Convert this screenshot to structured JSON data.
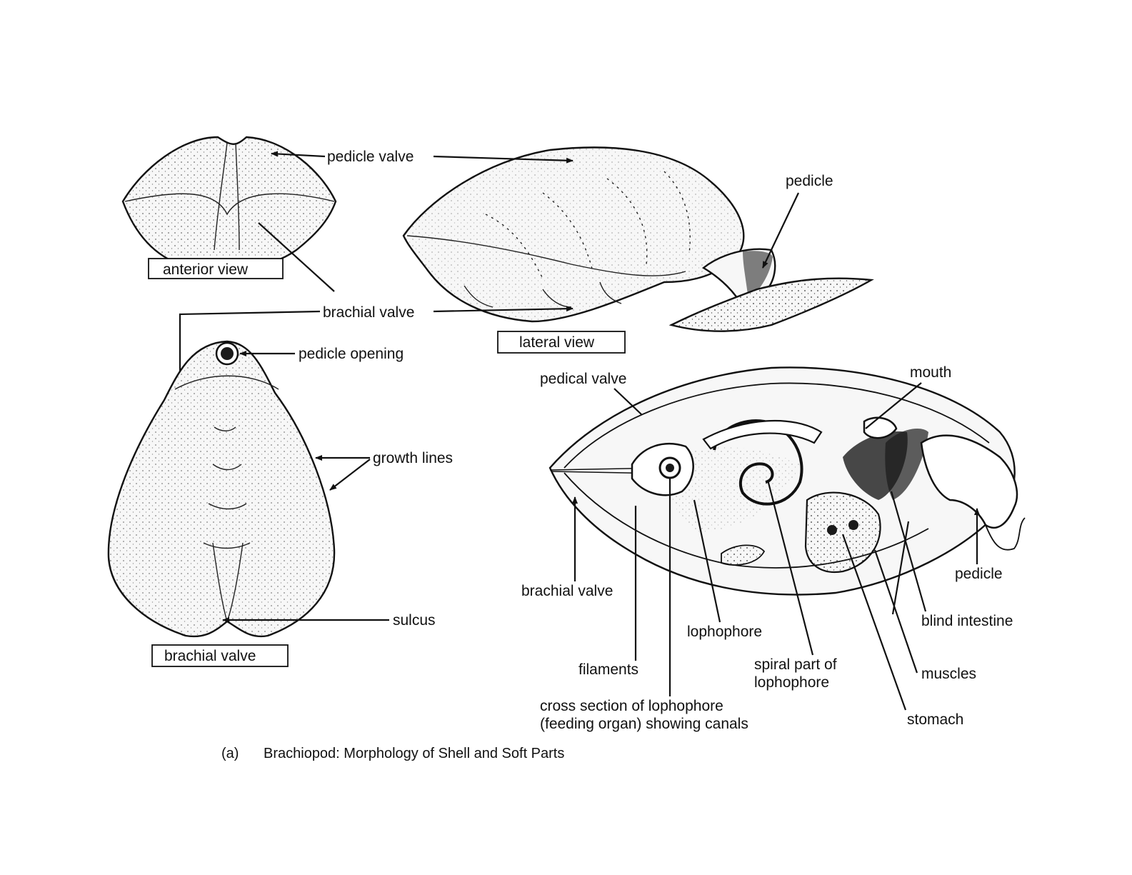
{
  "labels": {
    "pedicle_valve_top": "pedicle valve",
    "pedicle_top": "pedicle",
    "anterior_view": "anterior view",
    "brachial_valve_mid": "brachial valve",
    "lateral_view": "lateral view",
    "pedicle_opening": "pedicle opening",
    "pedical_valve": "pedical valve",
    "mouth": "mouth",
    "growth_lines": "growth lines",
    "brachial_valve_right": "brachial valve",
    "pedicle_right": "pedicle",
    "blind_intestine": "blind intestine",
    "lophophore": "lophophore",
    "sulcus": "sulcus",
    "brachial_valve_box": "brachial valve",
    "filaments": "filaments",
    "spiral_part_1": "spiral part of",
    "spiral_part_2": "lophophore",
    "muscles": "muscles",
    "cross_section_1": "cross section of lophophore",
    "cross_section_2": "(feeding organ) showing canals",
    "stomach": "stomach"
  },
  "caption": {
    "letter": "(a)",
    "text": "Brachiopod: Morphology of Shell and Soft Parts"
  }
}
